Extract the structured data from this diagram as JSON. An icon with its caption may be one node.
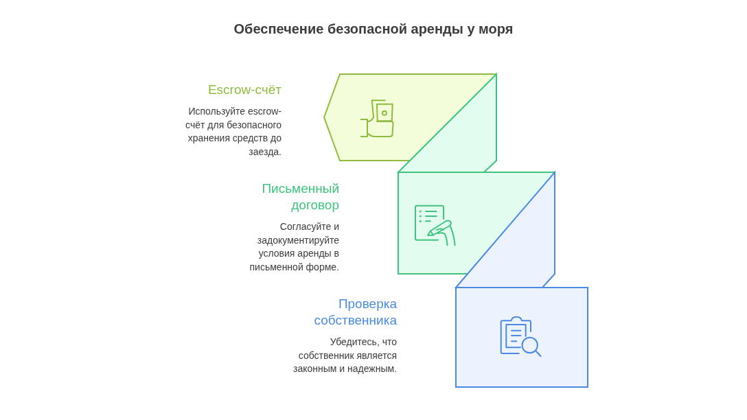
{
  "diagram": {
    "title": "Обеспечение безопасной аренды у моря",
    "nodes": [
      {
        "text": [],
        "shape": "pentagon"
      },
      {
        "text": [],
        "shape": "box"
      },
      {
        "text": [],
        "shape": "box"
      }
    ],
    "labels": [
      "Escrow-счёт",
      "Используйте escrow-счёт для безопасного хранения средств до заезда.",
      "Письменный договор",
      "Согласуйте и задокументируйте условия аренды в письменной форме.",
      "Проверка собственника",
      "Убедитесь, что собственник является законным и надежным."
    ]
  }
}
